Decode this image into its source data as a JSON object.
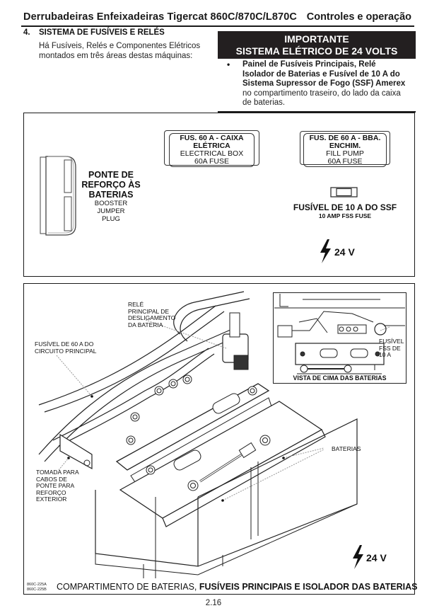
{
  "header": {
    "title": "Derrubadeiras Enfeixadeiras Tigercat 860C/870C/L870C",
    "section": "Controles e operação"
  },
  "section": {
    "number": "4.",
    "title": "SISTEMA DE FUSÍVEIS E RELÉS",
    "intro_line1": "Há Fusíveis, Relés e Componentes Elétricos",
    "intro_line2": "montados em três áreas destas máquinas:"
  },
  "important_box": {
    "line1": "IMPORTANTE",
    "line2": "SISTEMA ELÉTRICO DE 24 VOLTS"
  },
  "bullet": {
    "symbol": "•",
    "bold_line1": "Painel de Fusíveis Principais,  Relé",
    "bold_line2": "Isolador de Baterias e Fusível de 10 A do",
    "bold_line3": "Sistema Supressor de Fogo (SSF) Amerex",
    "line4": "no compartimento traseiro, do lado da caixa",
    "line5": "de baterias."
  },
  "figure1": {
    "booster": {
      "pt1": "PONTE DE",
      "pt2": "REFORÇO ÀS",
      "pt3": "BATERIAS",
      "en1": "BOOSTER",
      "en2": "JUMPER",
      "en3": "PLUG"
    },
    "electrical_box_fuse": {
      "pt1": "FUS. 60 A - CAIXA",
      "pt2": "ELÉTRICA",
      "en1": "ELECTRICAL BOX",
      "en2": "60A FUSE"
    },
    "fill_pump_fuse": {
      "pt1": "FUS. DE 60 A - BBA.",
      "pt2": "ENCHIM.",
      "en1": "FILL PUMP",
      "en2": "60A FUSE"
    },
    "ssf_fuse": {
      "pt": "FUSÍVEL DE 10 A DO SSF",
      "en": "10 AMP FSS FUSE"
    },
    "voltage": "24 V"
  },
  "figure2": {
    "callouts": {
      "relay_1": "RELÉ",
      "relay_2": "PRINCIPAL DE",
      "relay_3": "DESLIGAMENTO",
      "relay_4": "DA BATERIA",
      "main_fuse_1": "FUSÍVEL DE 60 A DO",
      "main_fuse_2": "CIRCUITO PRINCIPAL",
      "socket_1": "TOMADA PARA",
      "socket_2": "CABOS DE",
      "socket_3": "PONTE PARA",
      "socket_4": "REFORÇO",
      "socket_5": "EXTERIOR",
      "batteries": "BATERIAS",
      "fss_fuse_1": "FUSÍVEL",
      "fss_fuse_2": "FSS DE",
      "fss_fuse_3": "10 A"
    },
    "inset_caption": "VISTA DE CIMA DAS BATERIAS",
    "voltage": "24 V",
    "codes": [
      "860C-225A",
      "860C-225B"
    ],
    "caption_prefix": "COMPARTIMENTO DE BATERIAS, ",
    "caption_bold": "FUSÍVEIS PRINCIPAIS E ISOLADOR DAS BATERIAS"
  },
  "page_number": "2.16"
}
